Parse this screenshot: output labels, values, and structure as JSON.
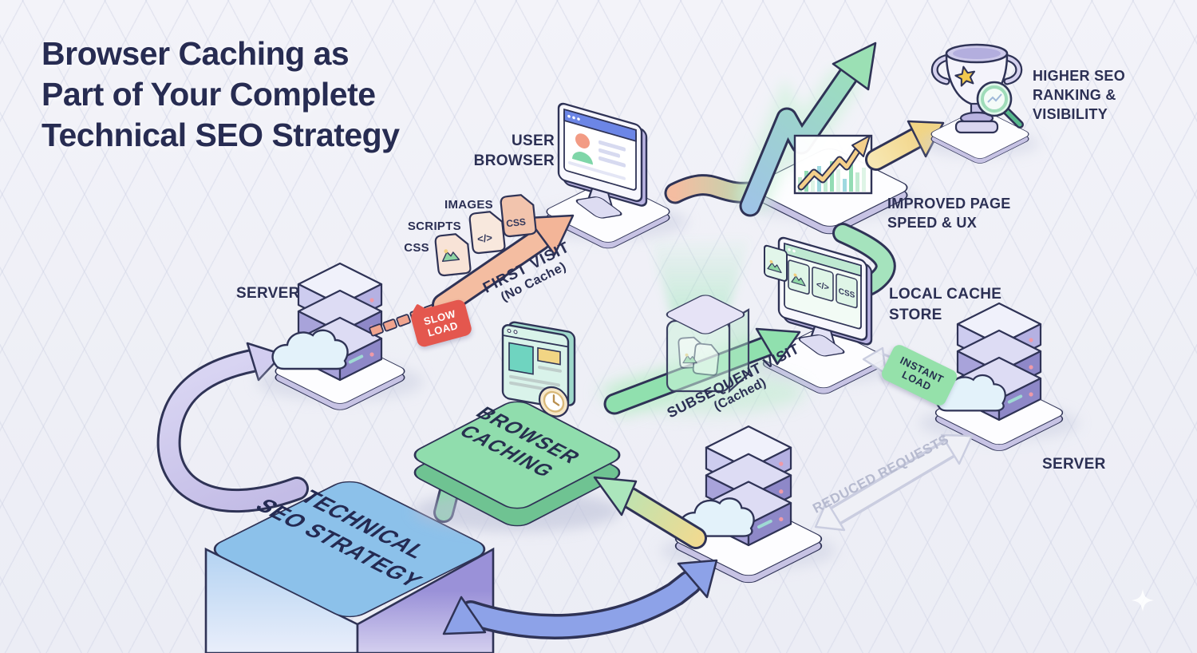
{
  "title": {
    "line1": "Browser Caching as",
    "line2": "Part of Your Complete",
    "line3": "Technical SEO Strategy"
  },
  "nodes": {
    "user_browser": {
      "line1": "USER",
      "line2": "BROWSER"
    },
    "server_left": {
      "label": "SERVER"
    },
    "server_right": {
      "label": "SERVER"
    },
    "local_cache": {
      "line1": "LOCAL CACHE",
      "line2": "STORE"
    },
    "browser_caching": {
      "line1": "BROWSER",
      "line2": "CACHING"
    },
    "tech_seo": {
      "line1": "TECHNICAL",
      "line2": "SEO STRATEGY"
    }
  },
  "flows": {
    "first_visit": {
      "label": "FIRST VISIT",
      "sublabel": "(No Cache)"
    },
    "subsequent_visit": {
      "label": "SUBSEQUENT VISIT",
      "sublabel": "(Cached)"
    },
    "reduced_requests": {
      "label": "REDUCED REQUESTS"
    }
  },
  "outcomes": {
    "improved": {
      "line1": "IMPROVED PAGE",
      "line2": "SPEED & UX"
    },
    "higher": {
      "line1": "HIGHER SEO",
      "line2": "RANKING &",
      "line3": "VISIBILITY"
    }
  },
  "badges": {
    "slow_load": {
      "line1": "SLOW",
      "line2": "LOAD",
      "color": "#e4574e"
    },
    "instant_load": {
      "line1": "INSTANT",
      "line2": "LOAD",
      "color": "#95e1aa"
    }
  },
  "assets": {
    "images": "IMAGES",
    "scripts": "SCRIPTS",
    "css": "CSS",
    "code_glyph": "</>",
    "css_file": "CSS"
  },
  "colors": {
    "outline_navy": "#2f3356",
    "salmon": "#f4bda1",
    "green": "#90e0ae",
    "yellow": "#f2d584",
    "blue": "#8da2e8",
    "lavender": "#c8c2ea",
    "red_badge": "#e4574e",
    "green_badge": "#95e1aa",
    "text_navy": "#2c3054"
  }
}
